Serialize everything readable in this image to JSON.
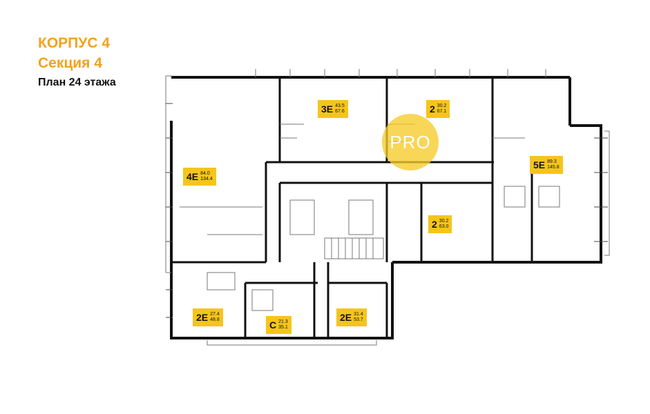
{
  "header": {
    "building": "КОРПУС 4",
    "section": "Секция 4",
    "floor_plan": "План 24 этажа"
  },
  "watermark": {
    "text": "PRO"
  },
  "colors": {
    "accent": "#f3a21c",
    "label_bg": "#f5c51b",
    "wall": "#111111"
  },
  "apartments": [
    {
      "type": "3Е",
      "area_living": "43.5",
      "area_total": "67.6"
    },
    {
      "type": "2",
      "area_living": "30.2",
      "area_total": "67.1"
    },
    {
      "type": "4Е",
      "area_living": "84.0",
      "area_total": "134.4"
    },
    {
      "type": "5Е",
      "area_living": "89.3",
      "area_total": "145.8"
    },
    {
      "type": "2",
      "area_living": "30.2",
      "area_total": "63.0"
    },
    {
      "type": "2Е",
      "area_living": "27.4",
      "area_total": "48.8"
    },
    {
      "type": "С",
      "area_living": "21.3",
      "area_total": "35.1"
    },
    {
      "type": "2Е",
      "area_living": "31.4",
      "area_total": "53.7"
    }
  ]
}
